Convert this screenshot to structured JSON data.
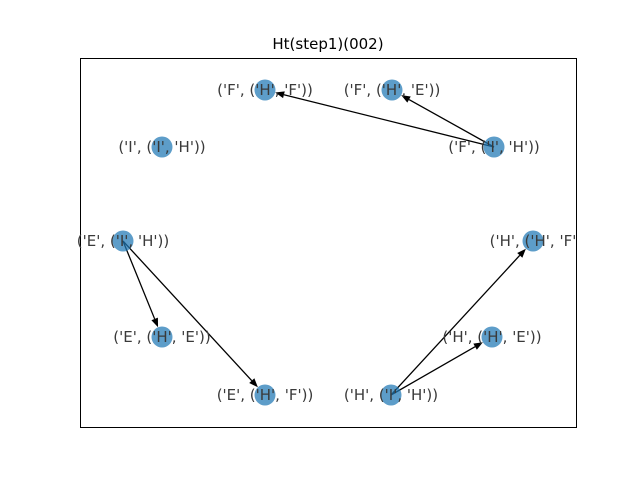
{
  "title": "Ht(step1)(002)",
  "colors": {
    "node": "#1f77b4",
    "edge": "#000000",
    "label": "#3a3a3a",
    "frame": "#000000"
  },
  "nodes": [
    {
      "id": "F_H_F",
      "label": "('F', ('H', 'F'))"
    },
    {
      "id": "F_H_E",
      "label": "('F', ('H', 'E'))"
    },
    {
      "id": "I_I_H",
      "label": "('I', ('I', 'H'))"
    },
    {
      "id": "F_I_H",
      "label": "('F', ('I', 'H'))"
    },
    {
      "id": "E_I_H",
      "label": "('E', ('I', 'H'))"
    },
    {
      "id": "H_H_F",
      "label": "('H', ('H', 'F'"
    },
    {
      "id": "E_H_E",
      "label": "('E', ('H', 'E'))"
    },
    {
      "id": "H_H_E",
      "label": "('H', ('H', 'E'))"
    },
    {
      "id": "E_H_F",
      "label": "('E', ('H', 'F'))"
    },
    {
      "id": "H_I_H",
      "label": "('H', ('I', 'H'))"
    }
  ],
  "edges": [
    {
      "source": "F_I_H",
      "target": "F_H_F"
    },
    {
      "source": "F_I_H",
      "target": "F_H_E"
    },
    {
      "source": "E_I_H",
      "target": "E_H_E"
    },
    {
      "source": "E_I_H",
      "target": "E_H_F"
    },
    {
      "source": "H_I_H",
      "target": "H_H_E"
    },
    {
      "source": "H_I_H",
      "target": "H_H_F"
    }
  ]
}
